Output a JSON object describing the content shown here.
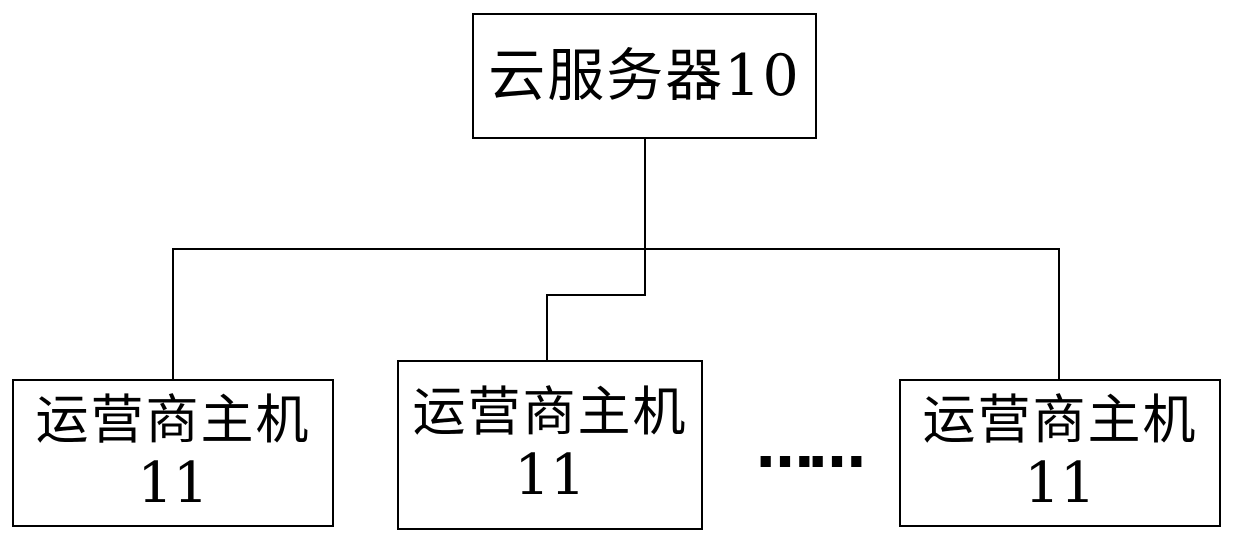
{
  "diagram": {
    "cloud_server": {
      "label": "云服务器10"
    },
    "hosts": [
      {
        "name": "运营商主机",
        "id": "11"
      },
      {
        "name": "运营商主机",
        "id": "11"
      },
      {
        "name": "运营商主机",
        "id": "11"
      }
    ],
    "ellipsis": "……",
    "colors": {
      "line": "#000000",
      "background": "#ffffff",
      "text": "#000000"
    }
  }
}
